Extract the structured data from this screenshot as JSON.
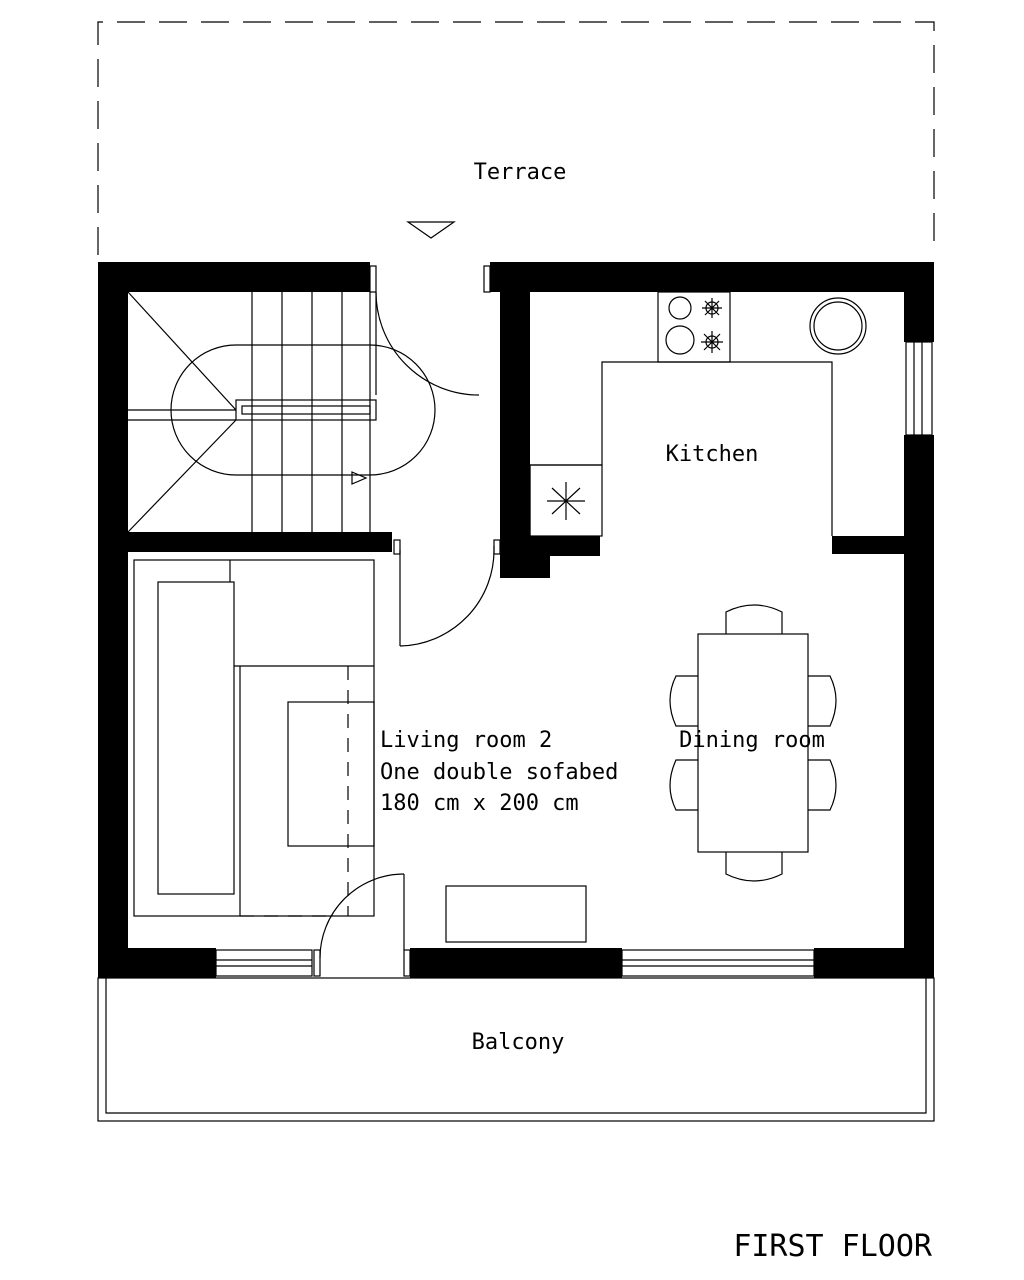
{
  "plan": {
    "title": "FIRST FLOOR",
    "rooms": {
      "terrace": "Terrace",
      "kitchen": "Kitchen",
      "dining": "Dining room",
      "living_line1": "Living room 2",
      "living_line2": "One double sofabed",
      "living_line3": "180 cm x 200 cm",
      "balcony": "Balcony"
    },
    "colors": {
      "ink": "#000000",
      "paper": "#ffffff"
    }
  }
}
